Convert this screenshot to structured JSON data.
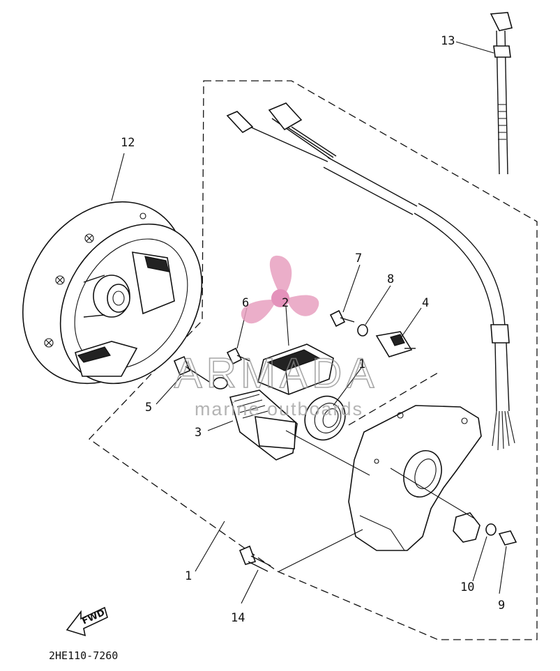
{
  "diagram": {
    "part_code": "2HE110-7260",
    "fwd_label": "FWD",
    "watermark": {
      "brand": "ARMADA",
      "tagline": "marine outboards",
      "color": "#e8a0c0"
    },
    "callouts": [
      "1",
      "1",
      "2",
      "3",
      "4",
      "5",
      "6",
      "7",
      "8",
      "9",
      "10",
      "12",
      "13",
      "14"
    ]
  }
}
